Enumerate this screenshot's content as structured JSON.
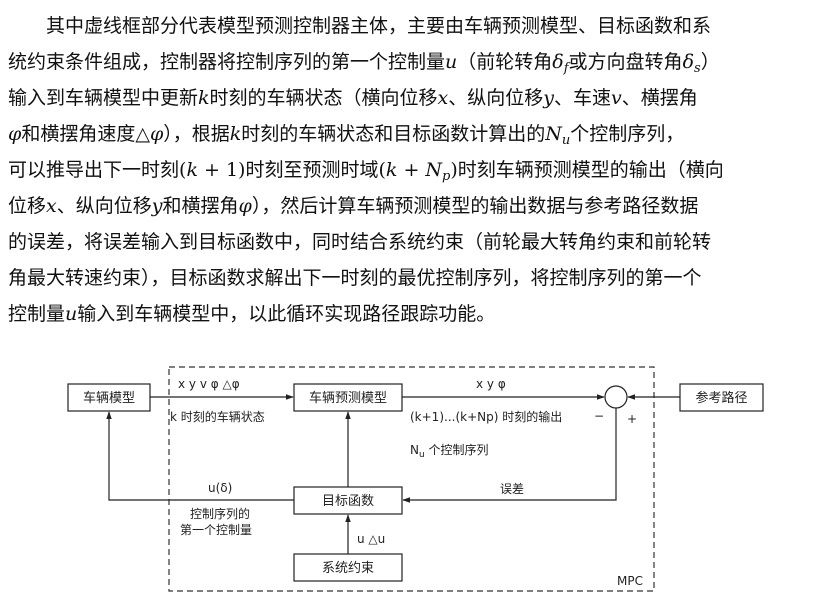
{
  "paragraph": {
    "l1": "其中虚线框部分代表模型预测控制器主体，主要由车辆预测模型、目标函数和系",
    "l2a": "统约束条件组成，控制器将控制序列的第一个控制量",
    "l2b": "u",
    "l2c": "（前轮转角",
    "l2d": "δ",
    "l2e": "f",
    "l2f": "或方向盘转角",
    "l2g": "δ",
    "l2h": "s",
    "l2i": "）",
    "l3a": "输入到车辆模型中更新",
    "l3b": "k",
    "l3c": "时刻的车辆状态（横向位移",
    "l3d": "x",
    "l3e": "、纵向位移",
    "l3f": "y",
    "l3g": "、车速",
    "l3h": "v",
    "l3i": "、横摆角",
    "l4a": "φ",
    "l4b": "和横摆角速度",
    "l4c": "△φ",
    "l4d": "），根据",
    "l4e": "k",
    "l4f": "时刻的车辆状态和目标函数计算出的",
    "l4g": "N",
    "l4h": "u",
    "l4i": "个控制序列，",
    "l5a": "可以推导出下一时刻",
    "l5b": "(",
    "l5c": "k",
    "l5d": " + 1)",
    "l5e": "时刻至预测时域",
    "l5f": "(",
    "l5g": "k",
    "l5h": " + ",
    "l5i": "N",
    "l5j": "p",
    "l5k": ")",
    "l5l": "时刻车辆预测模型的输出（横向",
    "l6a": "位移",
    "l6b": "x",
    "l6c": "、纵向位移",
    "l6d": "y",
    "l6e": "和横摆角",
    "l6f": "φ",
    "l6g": "），然后计算车辆预测模型的输出数据与参考路径数据",
    "l7": "的误差，将误差输入到目标函数中，同时结合系统约束（前轮最大转角约束和前轮转",
    "l8": "角最大转速约束），目标函数求解出下一时刻的最优控制序列，将控制序列的第一个",
    "l9a": "控制量",
    "l9b": "u",
    "l9c": "输入到车辆模型中，以此循环实现路径跟踪功能。"
  },
  "diagram": {
    "boxes": {
      "vehicle_model": "车辆模型",
      "prediction_model": "车辆预测模型",
      "reference_path": "参考路径",
      "objective": "目标函数",
      "constraints": "系统约束"
    },
    "labels": {
      "states_top": "x  y  v  φ  △φ",
      "states_bottom": "k 时刻的车辆状态",
      "outputs_top": "x  y  φ",
      "outputs_bottom": "(k+1)...(k+Np) 时刻的输出",
      "minus": "−",
      "plus": "+",
      "nu_main": "N",
      "nu_sub": "u",
      "nu_text": " 个控制序列",
      "error": "误差",
      "control_sym": "u(δ)",
      "control_line1": "控制序列的",
      "control_line2": "第一个控制量",
      "u_du": "u   △u",
      "mpc": "MPC"
    }
  }
}
